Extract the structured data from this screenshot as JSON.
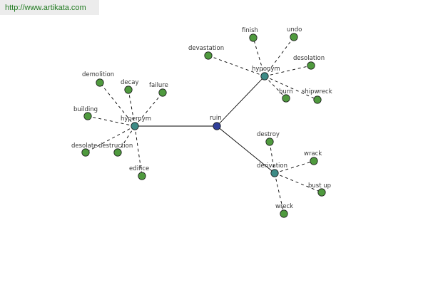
{
  "watermark": {
    "text": "http://www.artikata.com"
  },
  "colors": {
    "root_node": "#2f3f9a",
    "hub_node": "#3d8b86",
    "leaf_node": "#4f9a3e",
    "edge": "#000000",
    "label": "#333333",
    "watermark_bg": "#ececec",
    "watermark_text": "#1f7a1f"
  },
  "graph": {
    "root": {
      "id": "ruin",
      "label": "ruin"
    },
    "hubs": [
      {
        "id": "hypernym",
        "label": "hypernym"
      },
      {
        "id": "hyponym",
        "label": "hyponym"
      },
      {
        "id": "derivation",
        "label": "derivation"
      }
    ],
    "leaves": [
      {
        "id": "demolition",
        "label": "demolition",
        "hub": "hypernym"
      },
      {
        "id": "decay",
        "label": "decay",
        "hub": "hypernym"
      },
      {
        "id": "failure",
        "label": "failure",
        "hub": "hypernym"
      },
      {
        "id": "building",
        "label": "building",
        "hub": "hypernym"
      },
      {
        "id": "desolate",
        "label": "desolate",
        "hub": "hypernym"
      },
      {
        "id": "destruction",
        "label": "destruction",
        "hub": "hypernym"
      },
      {
        "id": "edifice",
        "label": "edifice",
        "hub": "hypernym"
      },
      {
        "id": "devastation",
        "label": "devastation",
        "hub": "hyponym"
      },
      {
        "id": "finish",
        "label": "finish",
        "hub": "hyponym"
      },
      {
        "id": "undo",
        "label": "undo",
        "hub": "hyponym"
      },
      {
        "id": "desolation",
        "label": "desolation",
        "hub": "hyponym"
      },
      {
        "id": "burn",
        "label": "burn",
        "hub": "hyponym"
      },
      {
        "id": "shipwreck",
        "label": "shipwreck",
        "hub": "hyponym"
      },
      {
        "id": "destroy",
        "label": "destroy",
        "hub": "derivation"
      },
      {
        "id": "wrack",
        "label": "wrack",
        "hub": "derivation"
      },
      {
        "id": "bust-up",
        "label": "bust up",
        "hub": "derivation"
      },
      {
        "id": "wreck",
        "label": "wreck",
        "hub": "derivation"
      }
    ]
  }
}
